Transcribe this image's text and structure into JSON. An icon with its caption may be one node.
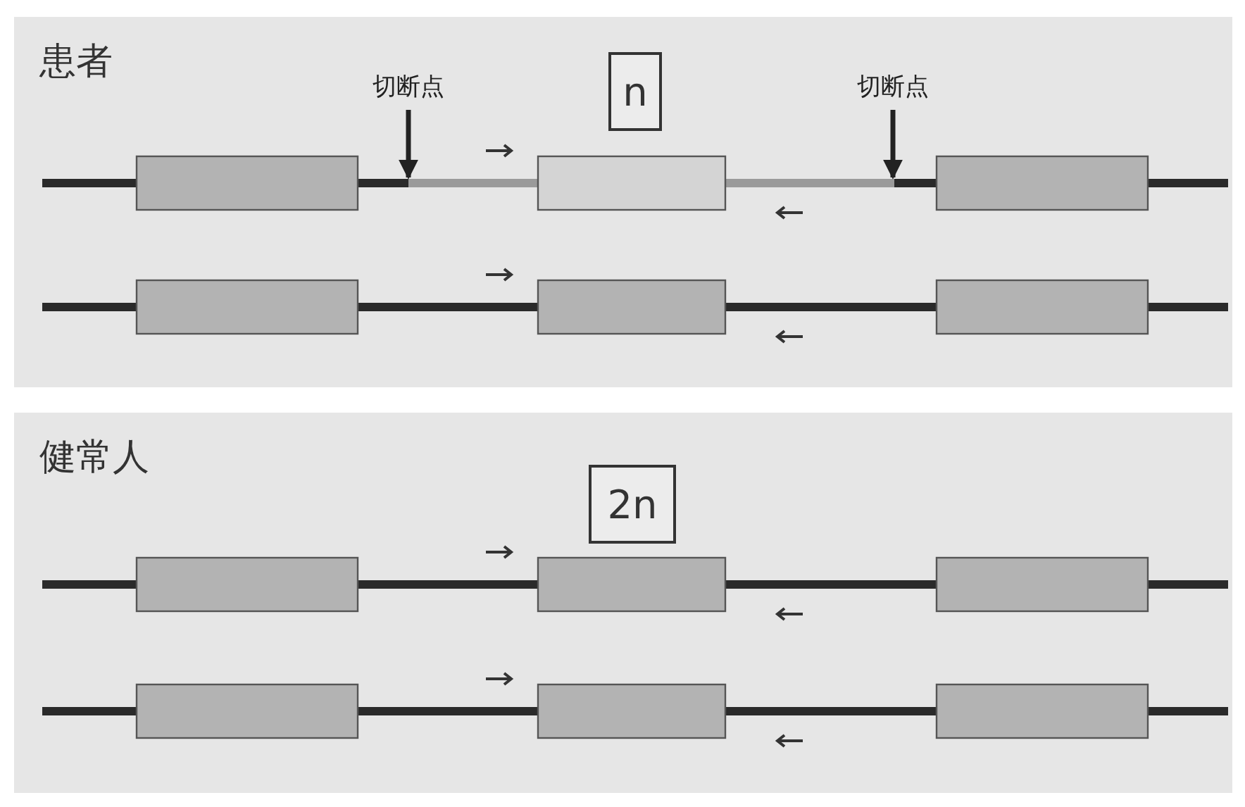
{
  "diagram": {
    "nodes": [
      {
        "text": [
          "患者"
        ]
      },
      {
        "text": [
          "切断点"
        ],
        "in": 0
      },
      {
        "text": [
          "n"
        ],
        "in": 0
      },
      {
        "text": [
          "切断点"
        ],
        "in": 0
      },
      {
        "text": [
          "健常人"
        ]
      },
      {
        "text": [
          "2n"
        ],
        "in": 4
      }
    ],
    "edges": [
      {
        "from": 1,
        "to": null,
        "arrow": "to"
      },
      {
        "from": 3,
        "to": null,
        "arrow": "to"
      }
    ]
  }
}
